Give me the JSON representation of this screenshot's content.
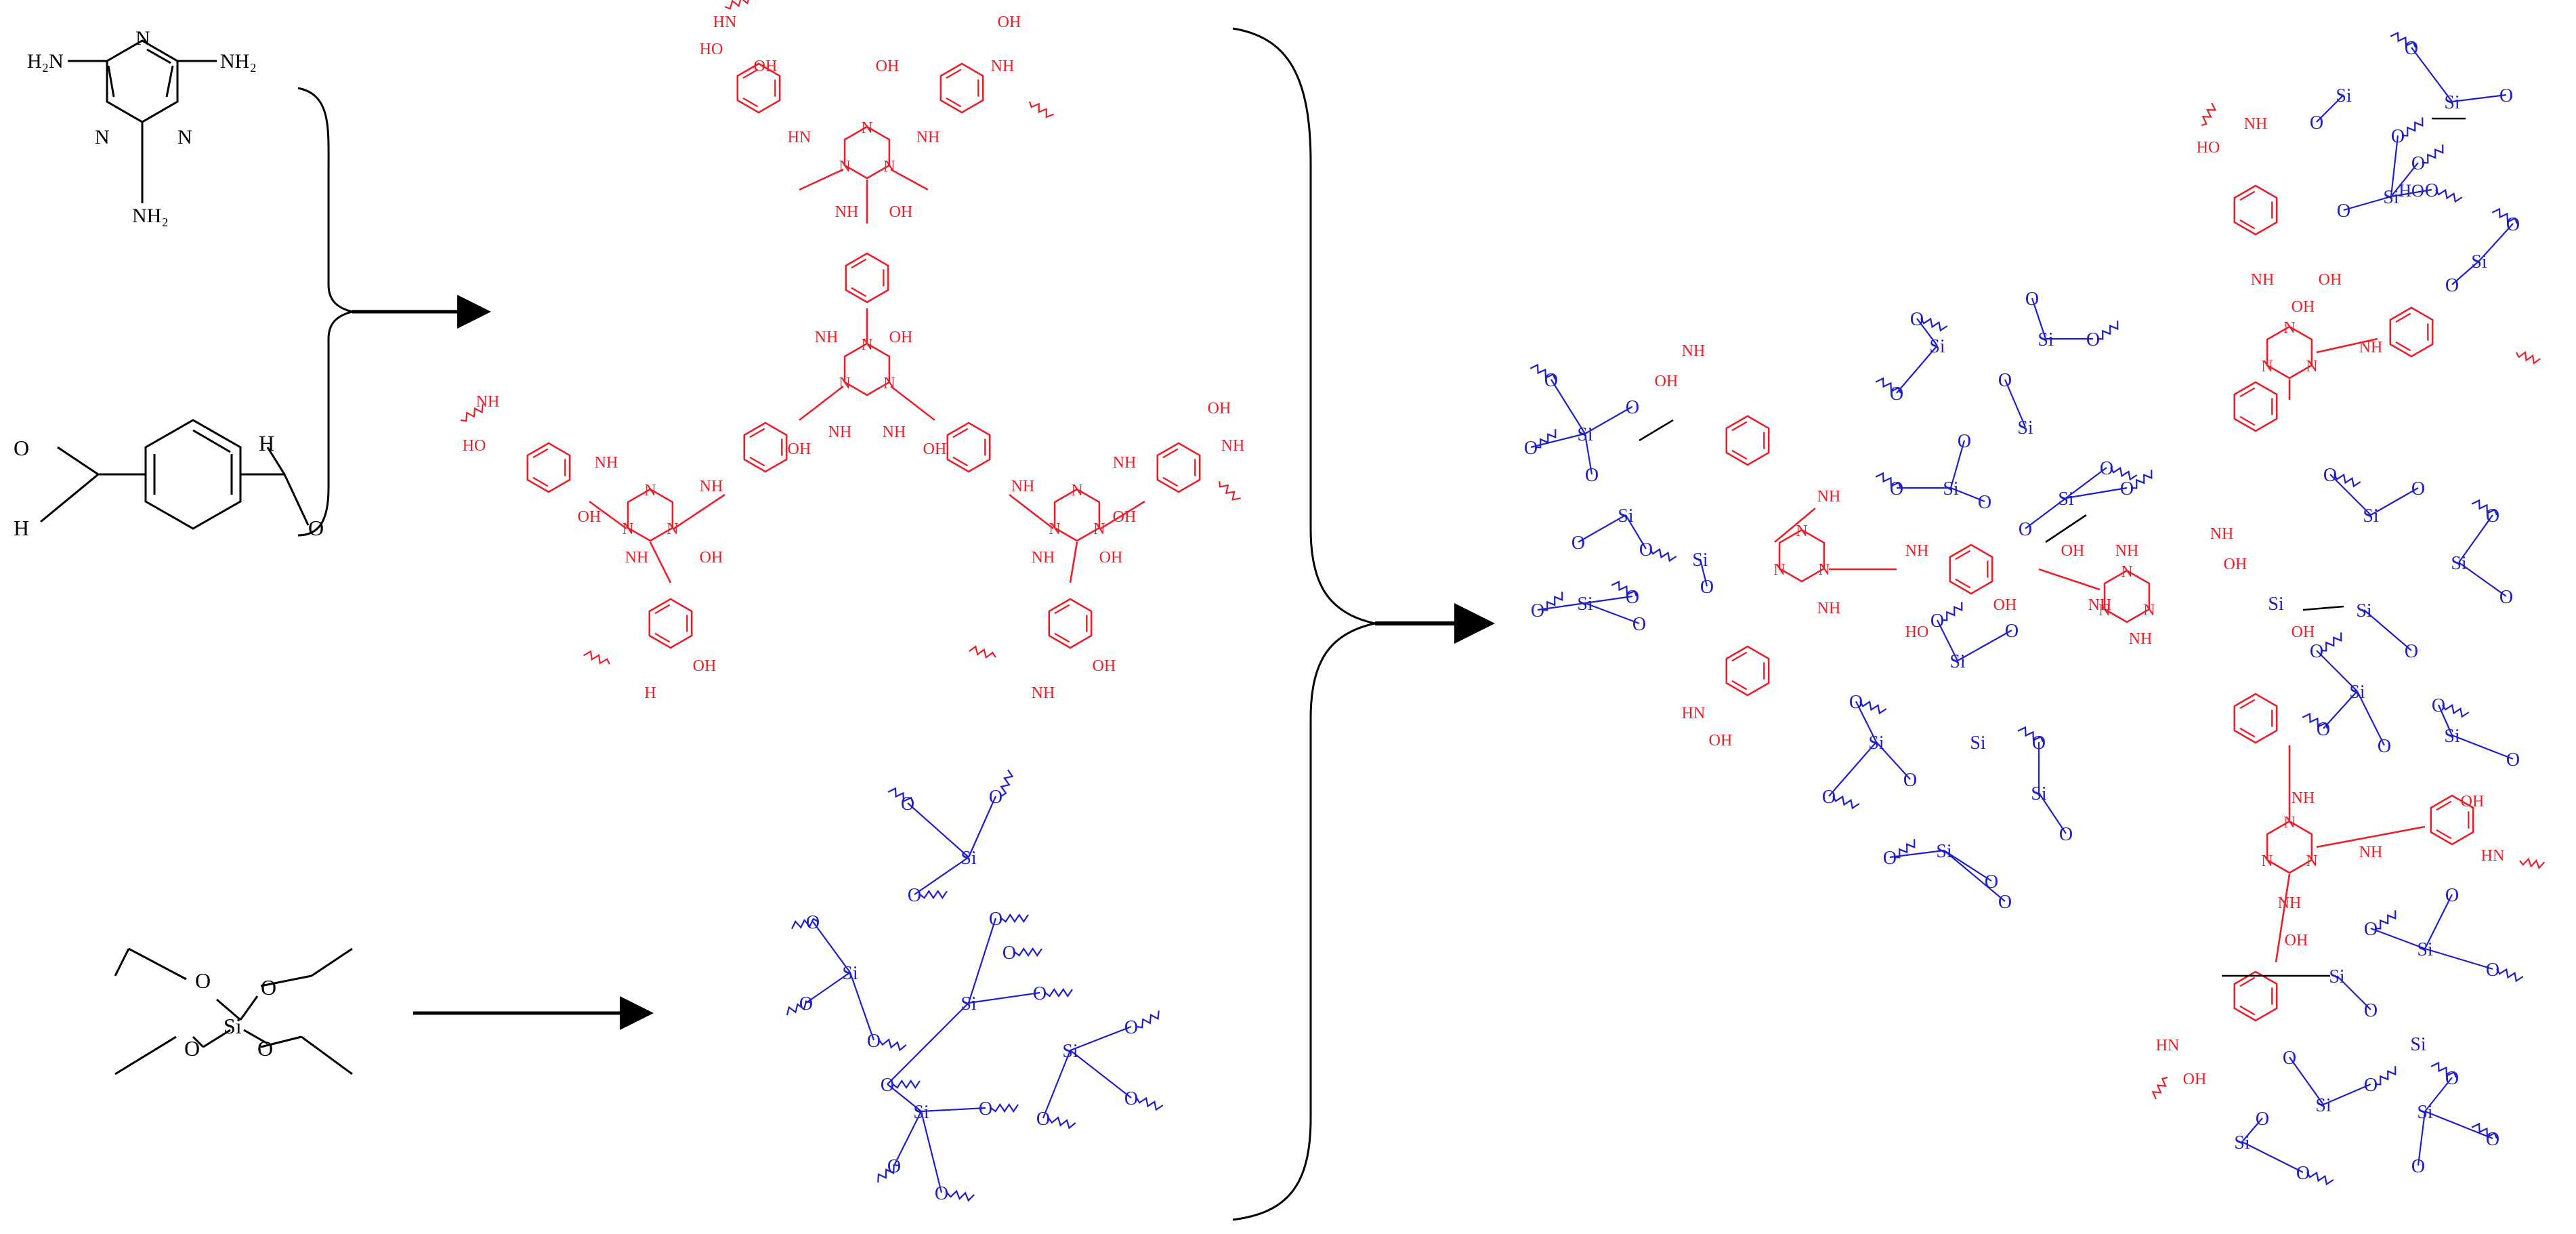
{
  "colors": {
    "black": "#000000",
    "red": "#e8202a",
    "blue": "#1f1fc8"
  },
  "reactants": {
    "melamine": {
      "substituents": [
        "H₂N",
        "NH₂",
        "NH₂"
      ],
      "ring_N": [
        "N",
        "N",
        "N"
      ]
    },
    "terephthalaldehyde": {
      "carbonyl_O": [
        "O",
        "O"
      ],
      "carbonyl_H": [
        "H",
        "H"
      ]
    },
    "teos": {
      "center": "Si",
      "oxygens": [
        "O",
        "O",
        "O",
        "O"
      ]
    }
  },
  "labels": {
    "si": "Si",
    "o": "O",
    "n": "N",
    "nh": "NH",
    "hn": "HN",
    "oh": "OH",
    "ho": "HO",
    "h": "H"
  }
}
